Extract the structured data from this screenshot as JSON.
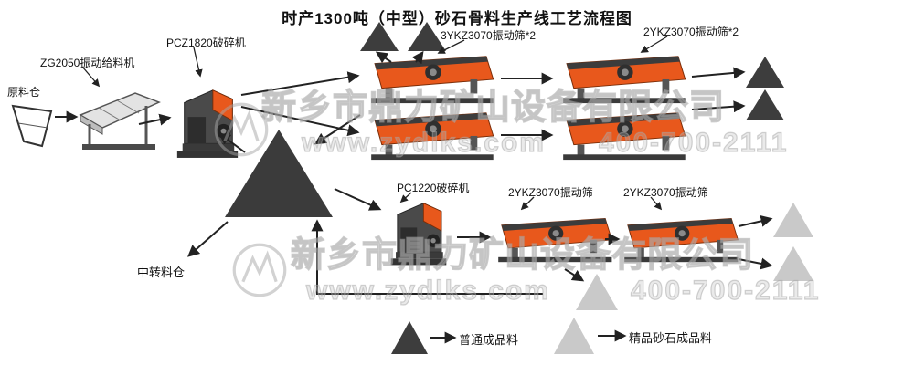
{
  "title": "时产1300吨（中型）砂石骨料生产线工艺流程图",
  "labels": {
    "raw_bin": "原料仓",
    "feeder": "ZG2050振动给料机",
    "primary_crusher": "PCZ1820破碎机",
    "screen_group_a": "3YKZ3070振动筛*2",
    "screen_group_b": "2YKZ3070振动筛*2",
    "secondary_crusher": "PC1220破碎机",
    "screen_c": "2YKZ3070振动筛",
    "screen_d": "2YKZ3070振动筛",
    "transfer_bin": "中转料仓"
  },
  "legend": {
    "ordinary": "普通成品料",
    "premium": "精品砂石成品料"
  },
  "watermark": {
    "company": "新乡市鼎力矿山设备有限公司",
    "website": "www.zydlks.com",
    "phone": "400-700-2111"
  },
  "colors": {
    "machine_orange": "#e8581c",
    "machine_dark": "#3f3f3f",
    "ordinary_triangle": "#3d3d3d",
    "premium_triangle": "#c9c9c9",
    "watermark_gray": "#bdbdbd",
    "arrow": "#222222"
  }
}
